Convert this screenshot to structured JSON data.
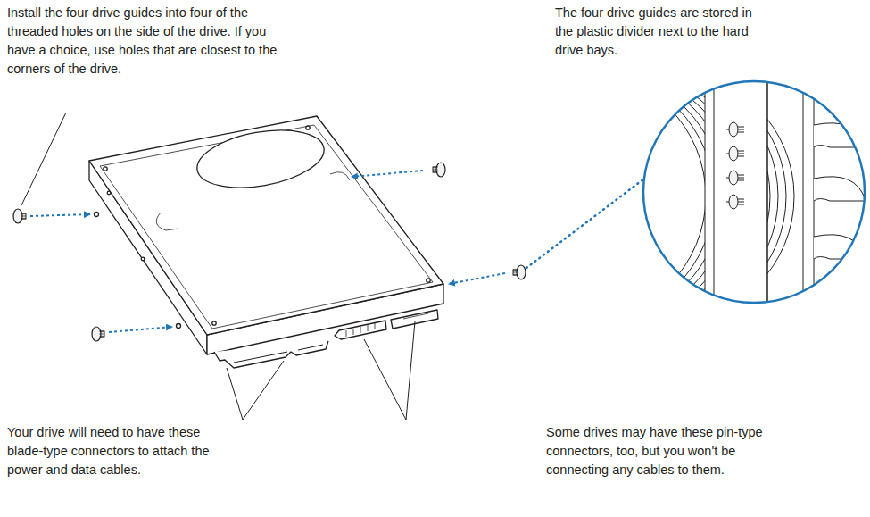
{
  "diagram": {
    "labels": [
      "Install the four drive guides into four of the threaded holes on the side of the drive. If you have a choice, use holes that are closest to the corners of the drive.",
      "The four drive guides are stored in the plastic divider next to the hard drive bays.",
      "Your drive will need to have these blade-type connectors to attach the power and data cables.",
      "Some drives may have these pin-type connectors, too, but you won't be connecting any cables to them."
    ]
  }
}
